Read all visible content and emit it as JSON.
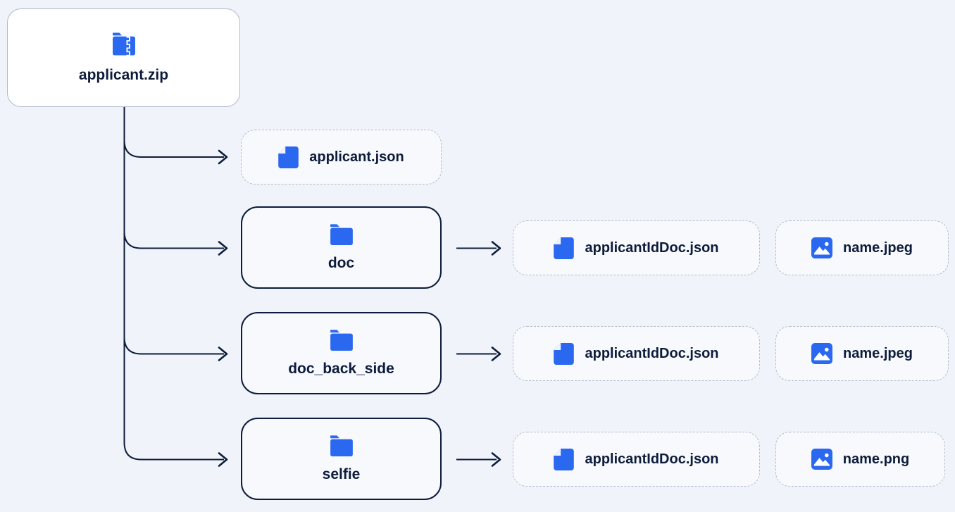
{
  "colors": {
    "page-bg": "#F0F4FA",
    "node-bg": "#F7F9FD",
    "zip-bg": "#FFFFFF",
    "navy": "#0D1C3A",
    "blue": "#2B68F0",
    "border-light": "#AFBACC",
    "border-dashed": "#B2BCCC"
  },
  "root": {
    "label": "applicant.zip",
    "icon": "zip-folder-icon"
  },
  "loose_file": {
    "label": "applicant.json",
    "icon": "json-file-icon"
  },
  "folders": [
    {
      "label": "doc",
      "icon": "folder-icon",
      "files": [
        {
          "label": "applicantIdDoc.json",
          "icon": "json-file-icon"
        },
        {
          "label": "name.jpeg",
          "icon": "image-file-icon"
        }
      ]
    },
    {
      "label": "doc_back_side",
      "icon": "folder-icon",
      "files": [
        {
          "label": "applicantIdDoc.json",
          "icon": "json-file-icon"
        },
        {
          "label": "name.jpeg",
          "icon": "image-file-icon"
        }
      ]
    },
    {
      "label": "selfie",
      "icon": "folder-icon",
      "files": [
        {
          "label": "applicantIdDoc.json",
          "icon": "json-file-icon"
        },
        {
          "label": "name.png",
          "icon": "image-file-icon"
        }
      ]
    }
  ]
}
